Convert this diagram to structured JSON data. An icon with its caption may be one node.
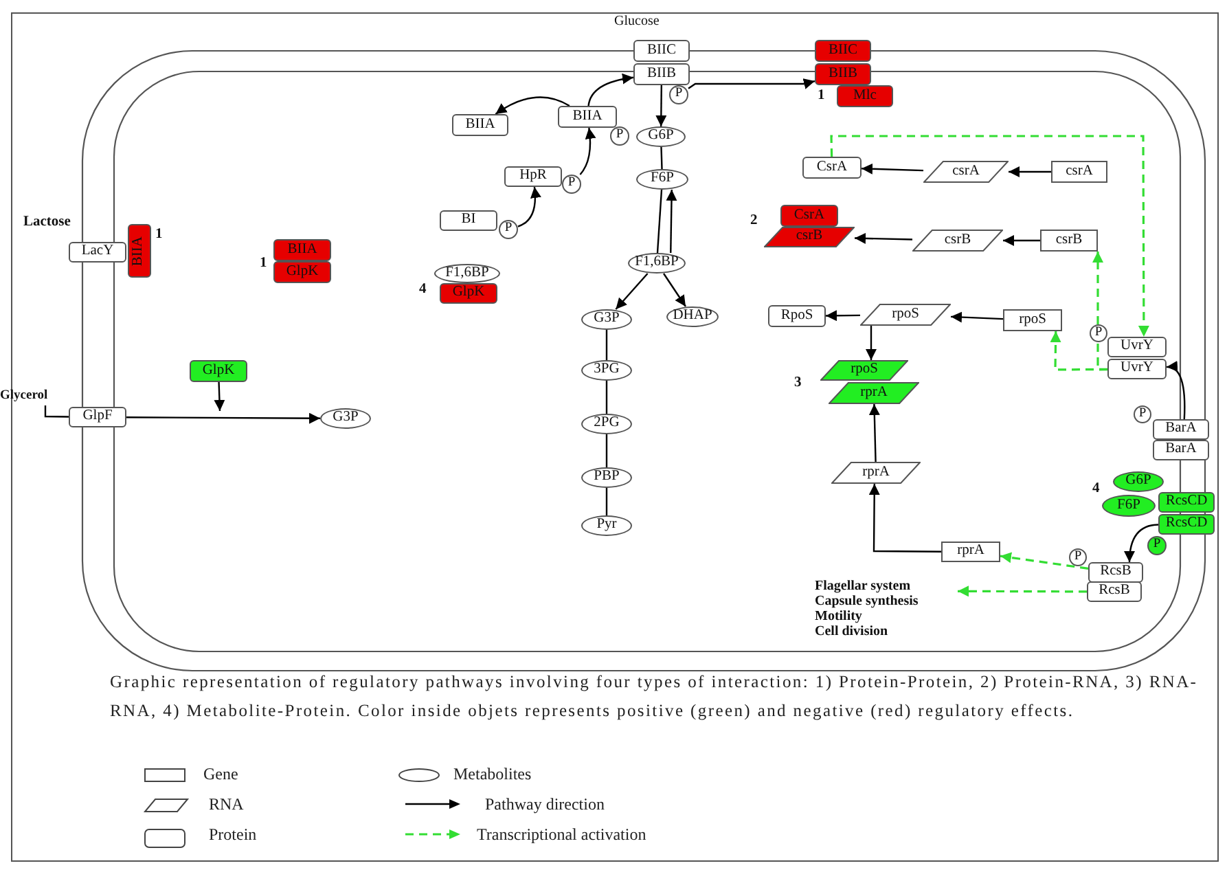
{
  "diagram": {
    "nodes": [
      {
        "text": [
          "BIIC"
        ]
      },
      {
        "text": [
          "BIIB"
        ]
      },
      {
        "text": [
          "P"
        ]
      },
      {
        "text": [
          "BIIC"
        ]
      },
      {
        "text": [
          "BIIB"
        ]
      },
      {
        "text": [
          "Mlc"
        ]
      },
      {
        "text": [
          "BIIA"
        ]
      },
      {
        "text": [
          "BIIA"
        ]
      },
      {
        "text": [
          "P"
        ]
      },
      {
        "text": [
          "HpR"
        ]
      },
      {
        "text": [
          "P"
        ]
      },
      {
        "text": [
          "BI"
        ]
      },
      {
        "text": [
          "P"
        ]
      },
      {
        "text": [
          "G6P"
        ]
      },
      {
        "text": [
          "F6P"
        ]
      },
      {
        "text": [
          "F1,6BP"
        ]
      },
      {
        "text": [
          "F1,6BP"
        ]
      },
      {
        "text": [
          "GlpK"
        ]
      },
      {
        "text": [
          "G3P"
        ]
      },
      {
        "text": [
          "DHAP"
        ]
      },
      {
        "text": [
          "3PG"
        ]
      },
      {
        "text": [
          "2PG"
        ]
      },
      {
        "text": [
          "PBP"
        ]
      },
      {
        "text": [
          "Pyr"
        ]
      },
      {
        "text": [
          "LacY"
        ]
      },
      {
        "text": [
          "BIIA"
        ]
      },
      {
        "text": [
          "BIIA"
        ]
      },
      {
        "text": [
          "GlpK"
        ]
      },
      {
        "text": [
          "GlpK"
        ]
      },
      {
        "text": [
          "GlpF"
        ]
      },
      {
        "text": [
          "G3P"
        ]
      },
      {
        "text": [
          "Glycerol"
        ]
      },
      {
        "text": [
          "CsrA"
        ]
      },
      {
        "text": [
          "csrA"
        ]
      },
      {
        "text": [
          "csrA"
        ]
      },
      {
        "text": [
          "CsrA"
        ]
      },
      {
        "text": [
          "csrB"
        ]
      },
      {
        "text": [
          "csrB"
        ]
      },
      {
        "text": [
          "csrB"
        ]
      },
      {
        "text": [
          "RpoS"
        ]
      },
      {
        "text": [
          "rpoS"
        ]
      },
      {
        "text": [
          "rpoS"
        ]
      },
      {
        "text": [
          "rpoS"
        ]
      },
      {
        "text": [
          "rprA"
        ]
      },
      {
        "text": [
          "rprA"
        ]
      },
      {
        "text": [
          "rprA"
        ]
      },
      {
        "text": [
          "UvrY"
        ]
      },
      {
        "text": [
          "P"
        ]
      },
      {
        "text": [
          "UvrY"
        ]
      },
      {
        "text": [
          "BarA"
        ]
      },
      {
        "text": [
          "P"
        ]
      },
      {
        "text": [
          "BarA"
        ]
      },
      {
        "text": [
          "G6P"
        ]
      },
      {
        "text": [
          "F6P"
        ]
      },
      {
        "text": [
          "RcsCD"
        ]
      },
      {
        "text": [
          "RcsCD"
        ]
      },
      {
        "text": [
          "P"
        ]
      },
      {
        "text": [
          "RcsB"
        ]
      },
      {
        "text": [
          "P"
        ]
      },
      {
        "text": [
          "RcsB"
        ]
      },
      {
        "text": [
          "Flagellar system",
          "Capsule synthesis",
          "Motility",
          "Cell division"
        ]
      }
    ],
    "edges": [
      {
        "from": 31,
        "to": 29,
        "arrow": "none"
      },
      {
        "from": 29,
        "to": 30,
        "arrow": "to"
      },
      {
        "from": 28,
        "to": null,
        "arrow": "to"
      },
      {
        "from": 7,
        "to": 1,
        "arrow": "to"
      },
      {
        "from": 2,
        "to": 4,
        "arrow": "to"
      },
      {
        "from": 1,
        "to": 13,
        "arrow": "to"
      },
      {
        "from": 7,
        "to": 6,
        "arrow": "to"
      },
      {
        "from": 10,
        "to": 7,
        "arrow": "to"
      },
      {
        "from": 12,
        "to": 9,
        "arrow": "to"
      },
      {
        "from": 13,
        "to": 14,
        "arrow": "none"
      },
      {
        "from": 14,
        "to": 15,
        "arrow": "none"
      },
      {
        "from": 15,
        "to": 14,
        "arrow": "to"
      },
      {
        "from": 15,
        "to": 18,
        "arrow": "to"
      },
      {
        "from": 15,
        "to": 19,
        "arrow": "to"
      },
      {
        "from": 18,
        "to": 20,
        "arrow": "none"
      },
      {
        "from": 20,
        "to": 21,
        "arrow": "none"
      },
      {
        "from": 21,
        "to": 22,
        "arrow": "none"
      },
      {
        "from": 22,
        "to": 23,
        "arrow": "none"
      },
      {
        "from": 34,
        "to": 33,
        "arrow": "to"
      },
      {
        "from": 33,
        "to": 32,
        "arrow": "to"
      },
      {
        "from": 38,
        "to": 37,
        "arrow": "to"
      },
      {
        "from": 37,
        "to": 36,
        "arrow": "to"
      },
      {
        "from": 41,
        "to": 40,
        "arrow": "to"
      },
      {
        "from": 40,
        "to": 39,
        "arrow": "to"
      },
      {
        "from": 40,
        "to": 42,
        "arrow": "to"
      },
      {
        "from": 44,
        "to": 43,
        "arrow": "to"
      },
      {
        "from": 45,
        "to": 44,
        "arrow": "to"
      },
      {
        "from": 57,
        "to": 45,
        "arrow": "to",
        "style": "dashed",
        "color": "#33dd33"
      },
      {
        "from": 59,
        "to": 60,
        "arrow": "to",
        "style": "dashed",
        "color": "#33dd33"
      },
      {
        "from": 48,
        "to": 41,
        "arrow": "to",
        "style": "dashed",
        "color": "#33dd33"
      },
      {
        "from": 48,
        "to": 38,
        "arrow": "to",
        "style": "dashed",
        "color": "#33dd33"
      },
      {
        "from": 32,
        "to": 46,
        "arrow": "to",
        "style": "dashed",
        "color": "#33dd33"
      },
      {
        "from": 49,
        "to": 48,
        "arrow": "to"
      },
      {
        "from": 55,
        "to": 57,
        "arrow": "to"
      }
    ],
    "labels": [
      "Glucose",
      "1",
      "Lactose",
      "2",
      "1",
      "1",
      "4",
      "3",
      "4"
    ],
    "caption": "Graphic representation of regulatory pathways involving four types of interaction: 1) Protein-Protein, 2) Protein-RNA, 3) RNA-RNA, 4) Metabolite-Protein. Color inside objets represents positive (green) and negative (red) regulatory effects.",
    "legend": [
      {
        "text": "Gene"
      },
      {
        "text": "RNA"
      },
      {
        "text": "Protein"
      },
      {
        "text": "Metabolites"
      },
      {
        "text": "Pathway direction"
      },
      {
        "text": "Transcriptional activation"
      }
    ]
  }
}
